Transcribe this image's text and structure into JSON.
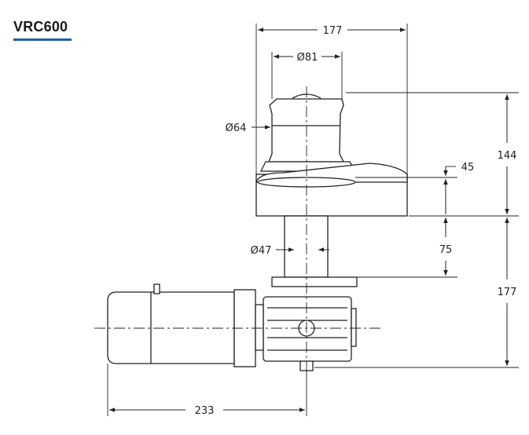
{
  "model": "VRC600",
  "colors": {
    "accent_underline": "#1f5fa8",
    "line": "#222222",
    "body_fill": "#ffffff"
  },
  "dimensions": {
    "overall_width": "177",
    "top_diameter": "Ø81",
    "gypsy_diameter": "Ø64",
    "height_above_deck": "144",
    "gypsy_offset": "45",
    "shaft_diameter": "Ø47",
    "deck_thickness": "75",
    "height_below_deck": "177",
    "motor_length": "233"
  }
}
